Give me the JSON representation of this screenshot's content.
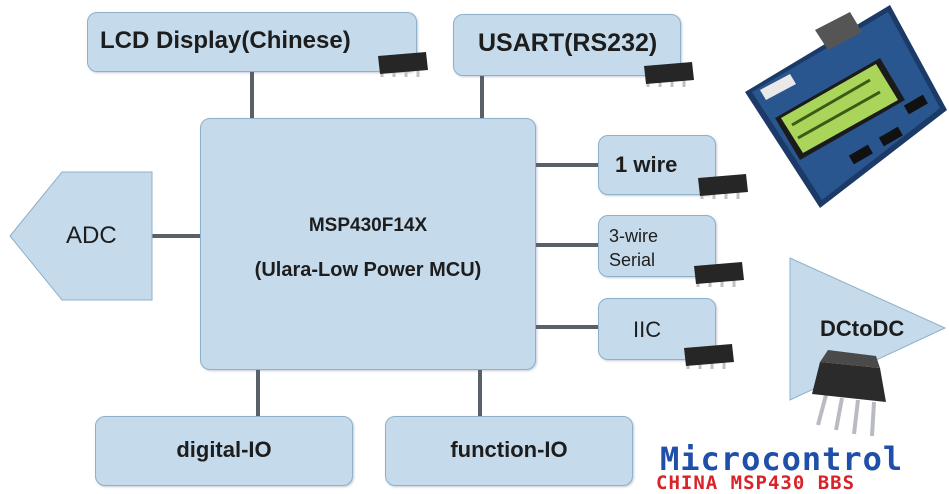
{
  "blocks": {
    "lcd": "LCD Display(Chinese)",
    "usart": "USART(RS232)",
    "mcu_line1": "MSP430F14X",
    "mcu_line2": "(Ulara-Low Power MCU)",
    "one_wire": "1 wire",
    "three_wire_line1": "3-wire",
    "three_wire_line2": "Serial",
    "iic": "IIC",
    "adc": "ADC",
    "dctodc": "DCtoDC",
    "digital_io": "digital-IO",
    "function_io": "function-IO"
  },
  "brand": {
    "name": "Microcontrol",
    "tagline": "CHINA MSP430 BBS"
  },
  "colors": {
    "box_fill": "#c5dbeb",
    "connector": "#5a6068"
  }
}
